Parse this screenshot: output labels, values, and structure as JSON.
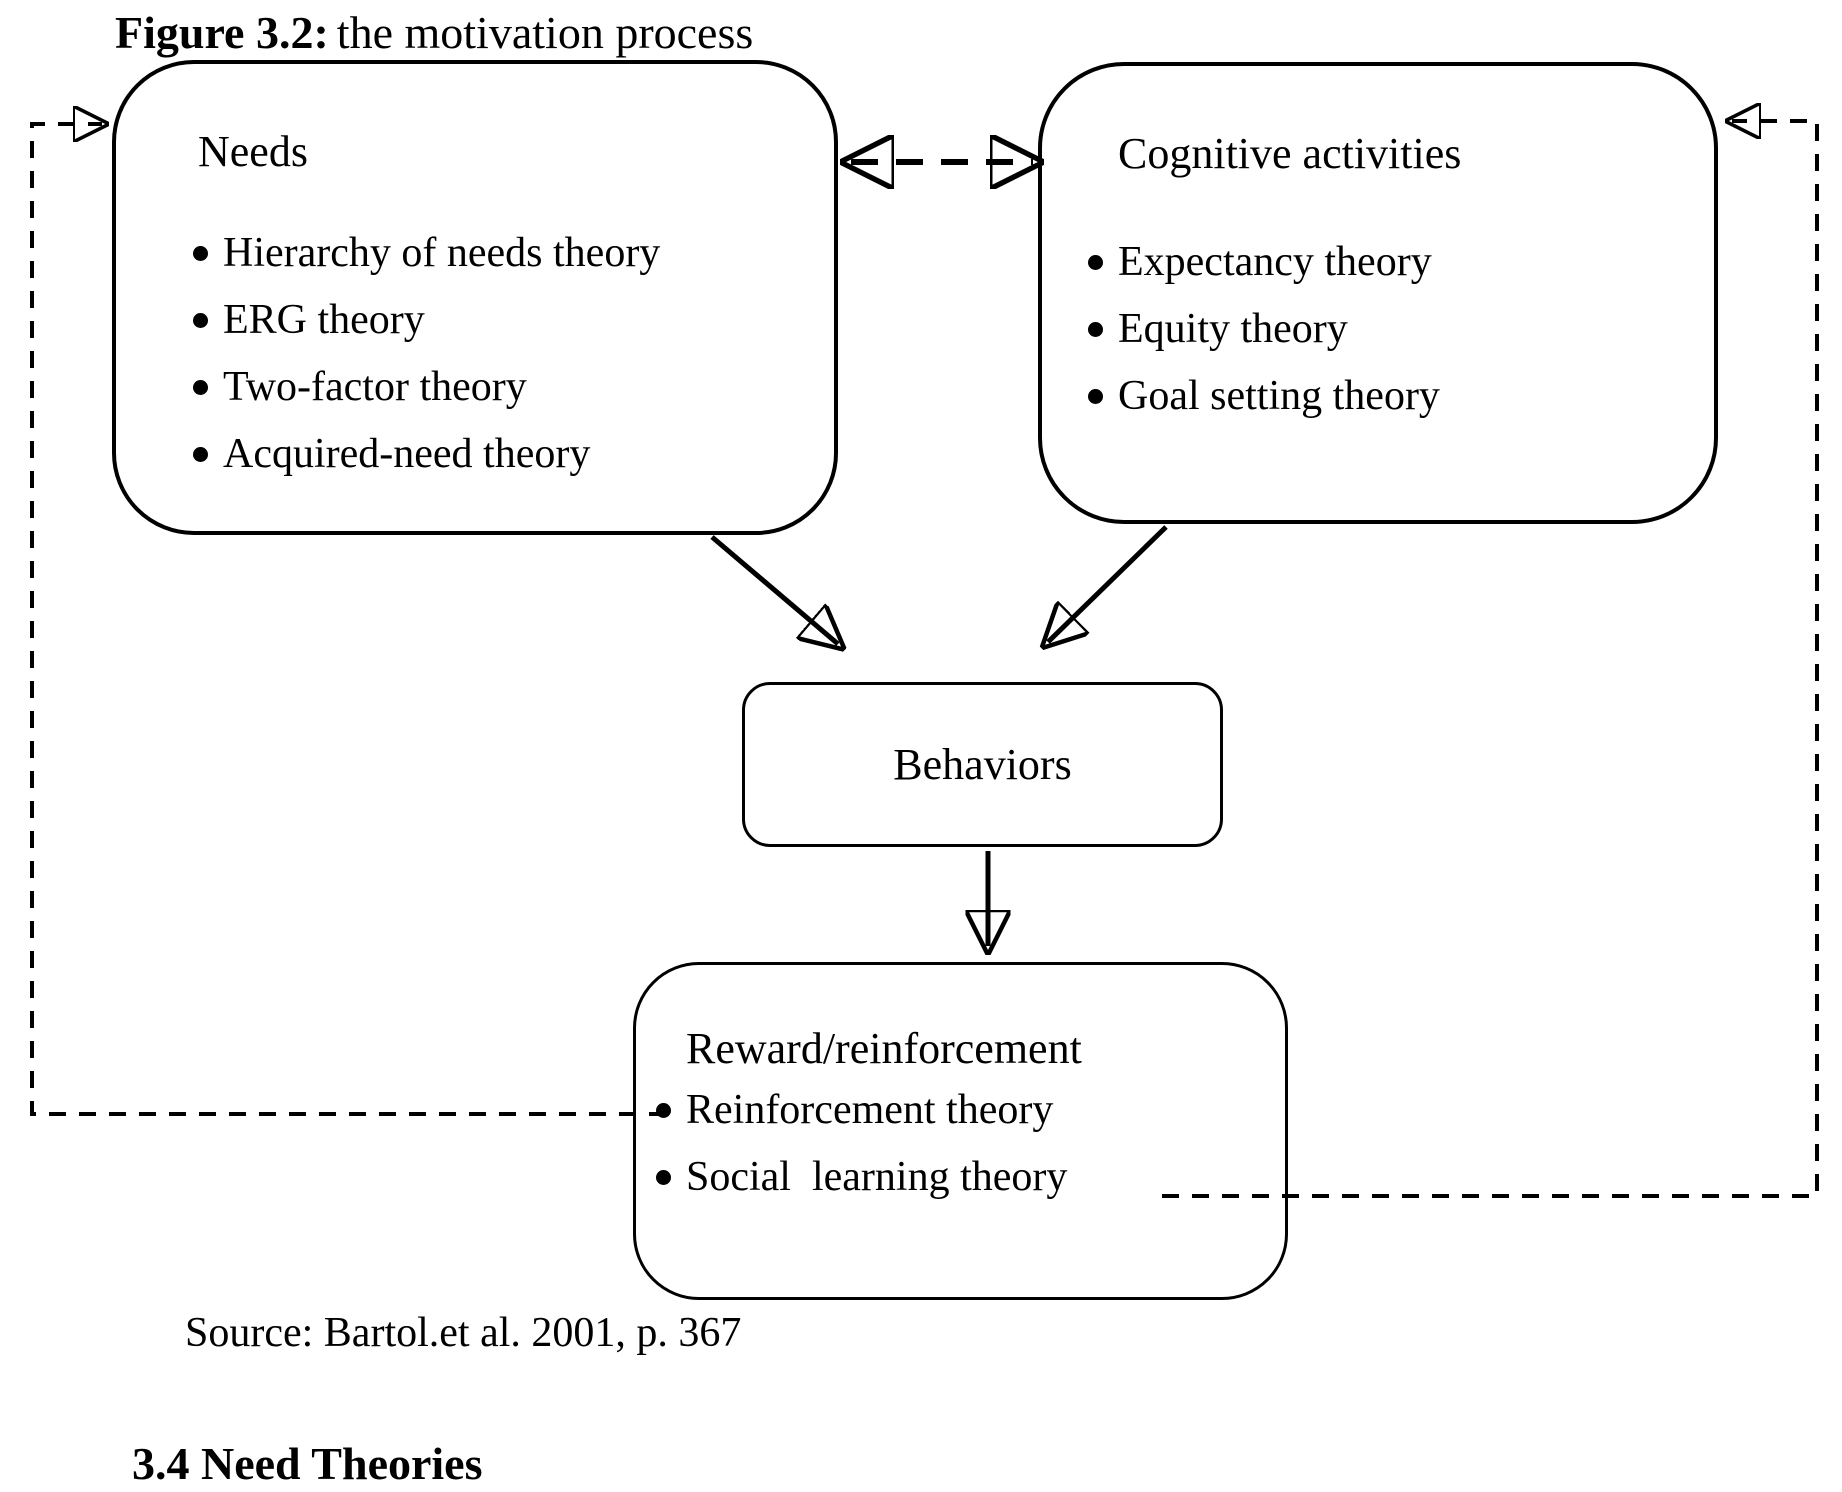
{
  "figure_title": {
    "label": "Figure 3.2:",
    "text": "the motivation process"
  },
  "needs_box": {
    "title": "Needs",
    "items": [
      "Hierarchy of needs theory",
      "ERG theory",
      "Two-factor theory",
      "Acquired-need theory"
    ]
  },
  "cognitive_box": {
    "title": "Cognitive activities",
    "items": [
      "Expectancy theory",
      "Equity theory",
      "Goal setting theory"
    ]
  },
  "behaviors_box": {
    "title": "Behaviors"
  },
  "reward_box": {
    "title": "Reward/reinforcement",
    "items": [
      "Reinforcement theory",
      "Social  learning theory"
    ]
  },
  "source_note": "Source: Bartol.et al. 2001, p. 367",
  "section_heading": "3.4 Need Theories",
  "colors": {
    "ink": "#000000",
    "paper": "#ffffff"
  }
}
